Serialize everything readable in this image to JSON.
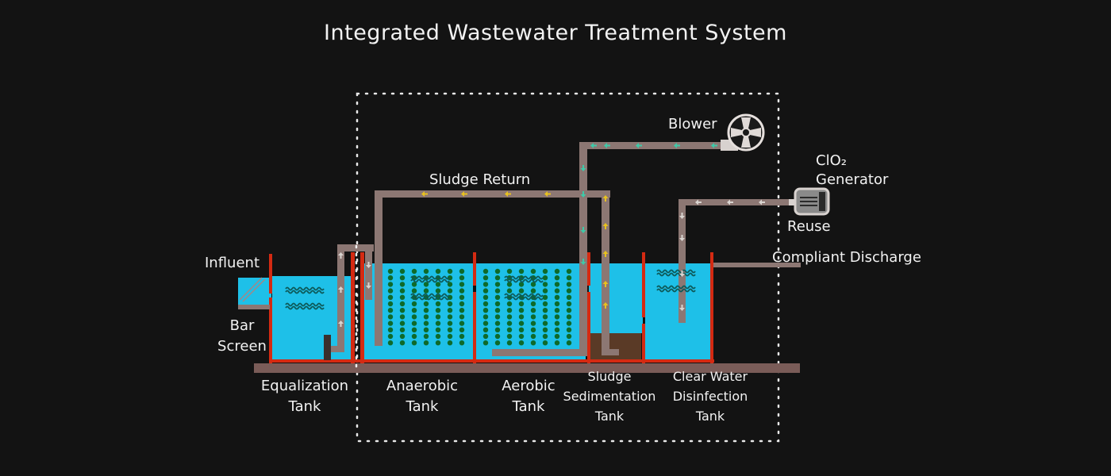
{
  "title": "Integrated Wastewater Treatment System",
  "labels": {
    "influent": "Influent",
    "bar_screen_1": "Bar",
    "bar_screen_2": "Screen",
    "sludge_return": "Sludge Return",
    "blower": "Blower",
    "clo2_line1": "ClO₂",
    "clo2_line2": "Generator",
    "reuse": "Reuse",
    "compliant_discharge": "Compliant Discharge"
  },
  "tanks": [
    {
      "id": "equalization",
      "line1": "Equalization",
      "line2": "Tank"
    },
    {
      "id": "anaerobic",
      "line1": "Anaerobic",
      "line2": "Tank"
    },
    {
      "id": "aerobic",
      "line1": "Aerobic",
      "line2": "Tank"
    },
    {
      "id": "sedimentation",
      "line1": "Sludge",
      "line2": "Sedimentation",
      "line3": "Tank"
    },
    {
      "id": "disinfection",
      "line1": "Clear Water",
      "line2": "Disinfection",
      "line3": "Tank"
    }
  ],
  "icons": {
    "blower": "blower-fan-icon",
    "generator": "clo2-generator-motor-icon",
    "bar_screen": "bar-screen-icon"
  },
  "colors": {
    "background": "#131313",
    "water": "#1ec0e8",
    "tank_wall": "#d42a12",
    "pipe": "#8c7773",
    "ground": "#7a5c58",
    "media_dot": "#0e6a2a",
    "wave": "#0d5a5a",
    "air_arrow": "#3ec9a8",
    "sludge_arrow": "#e8c21e",
    "water_arrow": "#d9d4d0",
    "sludge_bed": "#5a3a26",
    "boundary": "#e8e8e8",
    "text": "#f2f2f2"
  }
}
